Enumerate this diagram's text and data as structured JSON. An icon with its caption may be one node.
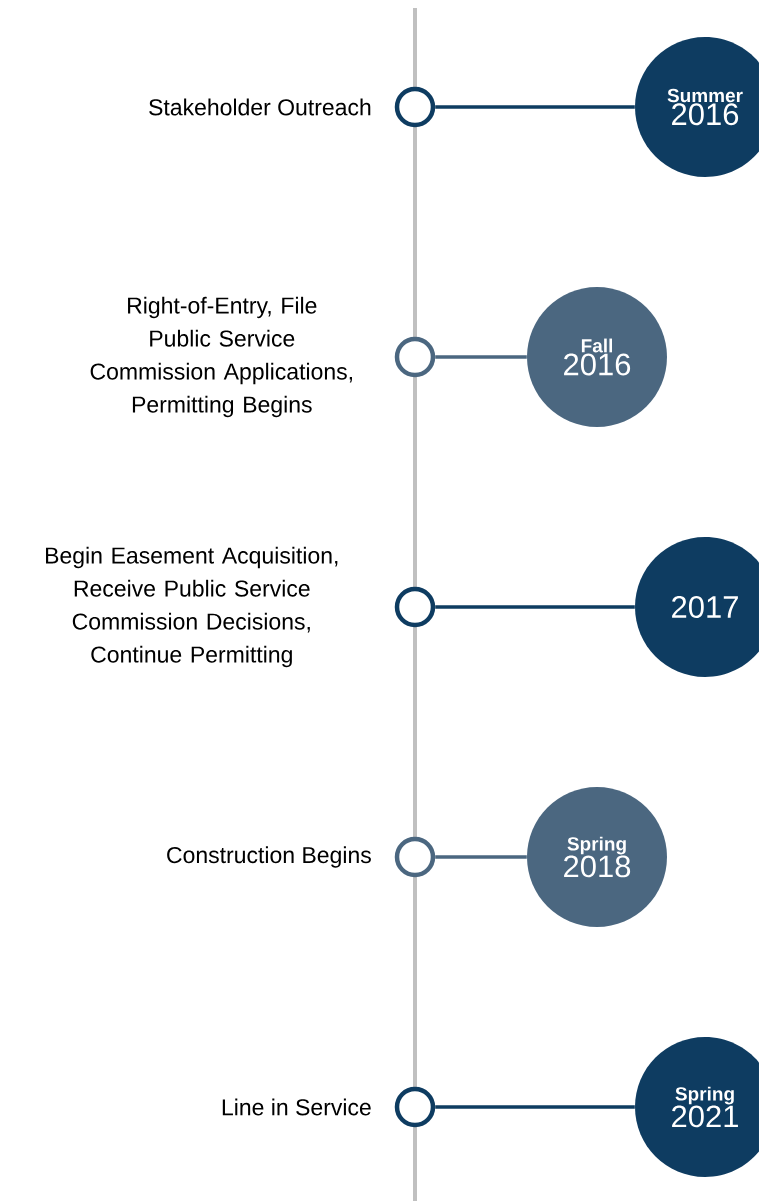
{
  "diagram": {
    "nodes": [
      {
        "text": [],
        "shape": "circle",
        "beside": [
          "Stakeholder Outreach"
        ]
      },
      {
        "text": [
          "Summer",
          "2016"
        ]
      },
      {
        "text": [],
        "shape": "circle",
        "beside": [
          "Right-of-Entry, File Public Service Commission Applications, Permitting Begins"
        ]
      },
      {
        "text": [
          "Fall",
          "2016"
        ]
      },
      {
        "text": [],
        "shape": "circle",
        "beside": [
          "Begin Easement Acquisition, Receive Public Service Commission Decisions, Continue Permitting"
        ]
      },
      {
        "text": [
          "2017"
        ]
      },
      {
        "text": [],
        "shape": "circle",
        "beside": [
          "Construction Begins"
        ]
      },
      {
        "text": [
          "Spring",
          "2018"
        ]
      },
      {
        "text": [],
        "shape": "circle",
        "beside": [
          "Line in Service"
        ]
      },
      {
        "text": [
          "Spring",
          "2021"
        ]
      }
    ],
    "edges": [
      {
        "from": 0,
        "to": 1,
        "arrow": "none"
      },
      {
        "from": 2,
        "to": 3,
        "arrow": "none",
        "color": "#4b6780"
      },
      {
        "from": 4,
        "to": 5,
        "arrow": "none"
      },
      {
        "from": 6,
        "to": 7,
        "arrow": "none",
        "color": "#4b6780"
      },
      {
        "from": 8,
        "to": 9,
        "arrow": "none"
      }
    ]
  }
}
